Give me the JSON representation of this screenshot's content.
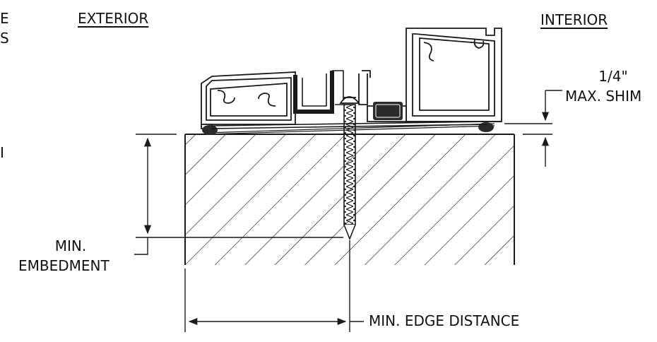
{
  "labels": {
    "exterior": "EXTERIOR",
    "interior": "INTERIOR",
    "shim_size": "1/4\"",
    "shim_text": "MAX. SHIM",
    "embed_line1": "MIN.",
    "embed_line2": "EMBEDMENT",
    "edge_distance": "MIN. EDGE DISTANCE",
    "cut_top": "E",
    "cut_mid": "S",
    "cut_low": "I"
  },
  "colors": {
    "line": "#1a1a1a",
    "fill": "#ffffff",
    "gasket": "#2b2b2b"
  }
}
